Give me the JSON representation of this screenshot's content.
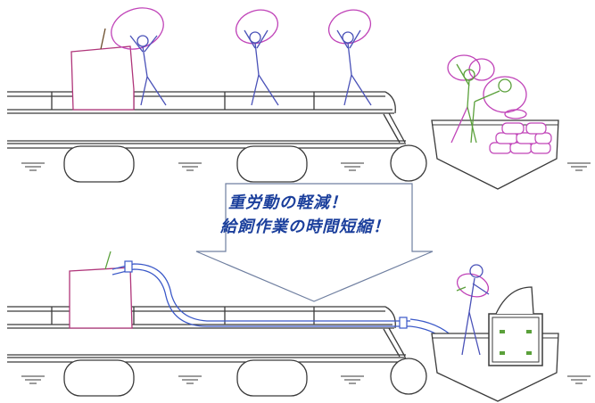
{
  "caption": {
    "line1": "重労動の軽減！",
    "line2": "給飼作業の時間短縮！"
  },
  "colors": {
    "structure": "#3a3a3a",
    "worker_body": "#4a52b8",
    "worker_outline": "#c043b8",
    "worker_legs_green": "#5aa03a",
    "pipe": "#3a58c8",
    "caption": "#1b3f9c",
    "arrow_outline": "#6f7fa0"
  },
  "scenes": {
    "top": {
      "label": "manual-feeding-before"
    },
    "bottom": {
      "label": "pipe-feeding-after"
    }
  }
}
